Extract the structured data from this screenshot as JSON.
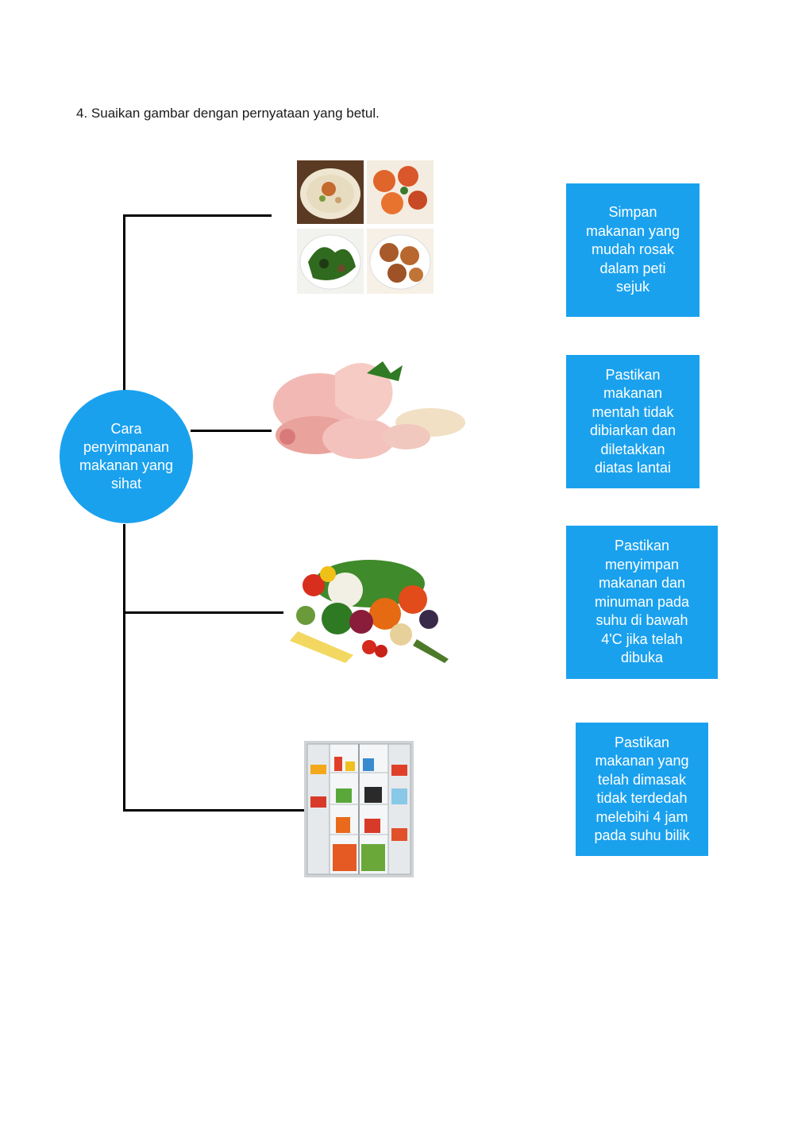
{
  "question": "4. Suaikan gambar dengan pernyataan yang betul.",
  "center": {
    "label": "Cara\npenyimpanan\nmakanan yang\nsihat",
    "color": "#1aa1ee"
  },
  "images": [
    {
      "name": "cooked-dishes-image",
      "icon": "cooked-food-collage"
    },
    {
      "name": "raw-chicken-image",
      "icon": "raw-chicken-drumsticks"
    },
    {
      "name": "vegetables-image",
      "icon": "vegetables-pile"
    },
    {
      "name": "refrigerator-image",
      "icon": "open-refrigerator"
    }
  ],
  "statements": [
    "Simpan\nmakanan yang\nmudah rosak\ndalam peti\nsejuk",
    "Pastikan\nmakanan\nmentah tidak\ndibiarkan dan\ndiletakkan\ndiatas lantai",
    "Pastikan\nmenyimpan\nmakanan dan\nminuman pada\nsuhu di bawah\n4'C jika telah\ndibuka",
    "Pastikan\nmakanan yang\ntelah dimasak\ntidak terdedah\nmelebihi 4 jam\npada suhu bilik"
  ]
}
